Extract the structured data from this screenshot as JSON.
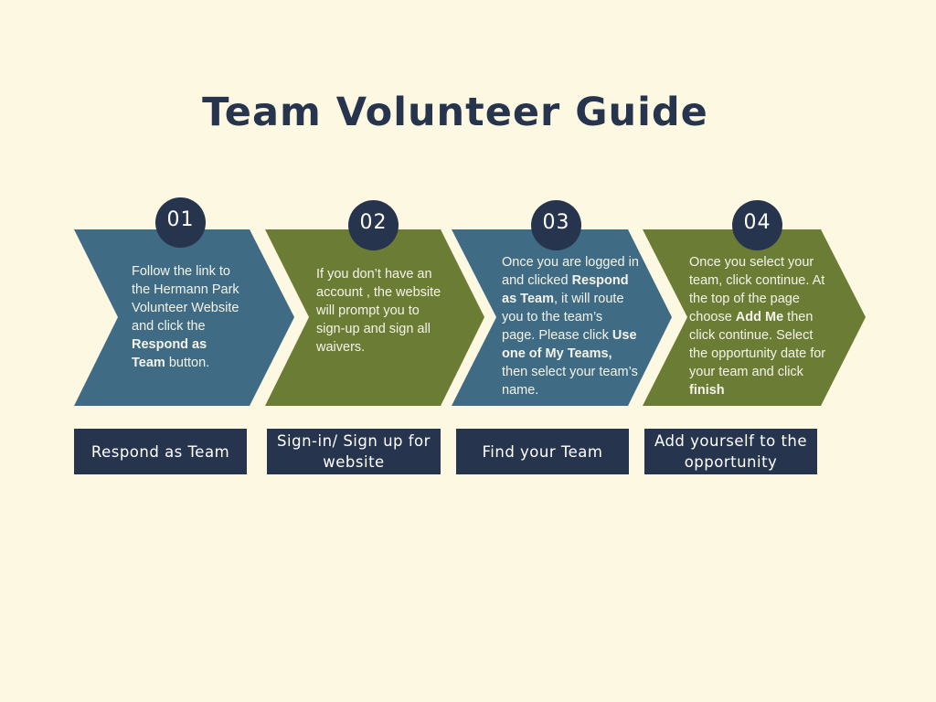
{
  "title": "Team Volunteer Guide",
  "colors": {
    "background": "#fdf8e2",
    "blue": "#3f6b85",
    "green": "#6b7c34",
    "navy": "#27344e"
  },
  "steps": [
    {
      "number": "01",
      "label": "Respond as Team",
      "desc": [
        {
          "t": "Follow the link to the Hermann Park Volunteer Website and click the ",
          "b": false
        },
        {
          "t": "Respond as Team",
          "b": true
        },
        {
          "t": " button.",
          "b": false
        }
      ]
    },
    {
      "number": "02",
      "label": "Sign-in/ Sign up for website",
      "desc": [
        {
          "t": "If you don’t have an account , the website will prompt you to sign-up and sign all waivers.",
          "b": false
        }
      ]
    },
    {
      "number": "03",
      "label": "Find your Team",
      "desc": [
        {
          "t": "Once you are logged in and clicked ",
          "b": false
        },
        {
          "t": "Respond as Team",
          "b": true
        },
        {
          "t": ", it will route you to the team’s page. Please click ",
          "b": false
        },
        {
          "t": "Use one of My Teams,",
          "b": true
        },
        {
          "t": " then select your team’s name.",
          "b": false
        }
      ]
    },
    {
      "number": "04",
      "label": "Add yourself to the opportunity",
      "desc": [
        {
          "t": "Once you select your team, click continue. At the top of the page choose ",
          "b": false
        },
        {
          "t": "Add Me",
          "b": true
        },
        {
          "t": " then click continue. Select the opportunity date for your team and click ",
          "b": false
        },
        {
          "t": "finish",
          "b": true
        }
      ]
    }
  ]
}
